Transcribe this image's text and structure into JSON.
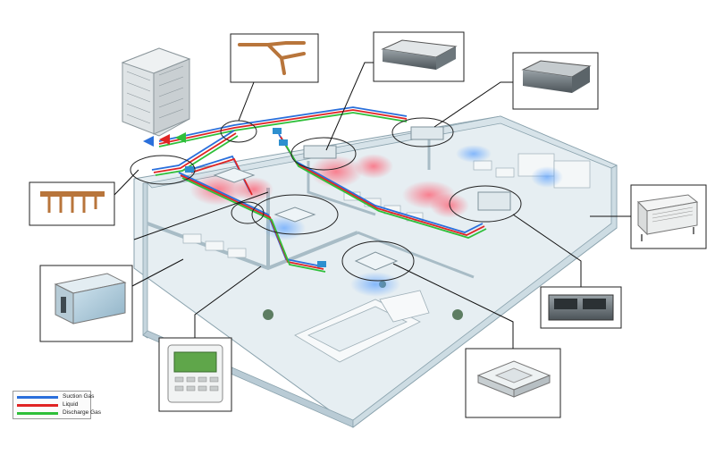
{
  "colors": {
    "suction": "#2a6fdb",
    "liquid": "#e02424",
    "discharge": "#2fbf3a",
    "wall": "#c9d7df",
    "floor": "#e4edf1",
    "leader": "#111111"
  },
  "legend": {
    "items": [
      {
        "label": "Suction Gas",
        "color": "#2a6fdb"
      },
      {
        "label": "Liquid",
        "color": "#e02424"
      },
      {
        "label": "Discharge Gas",
        "color": "#2fbf3a"
      }
    ]
  }
}
